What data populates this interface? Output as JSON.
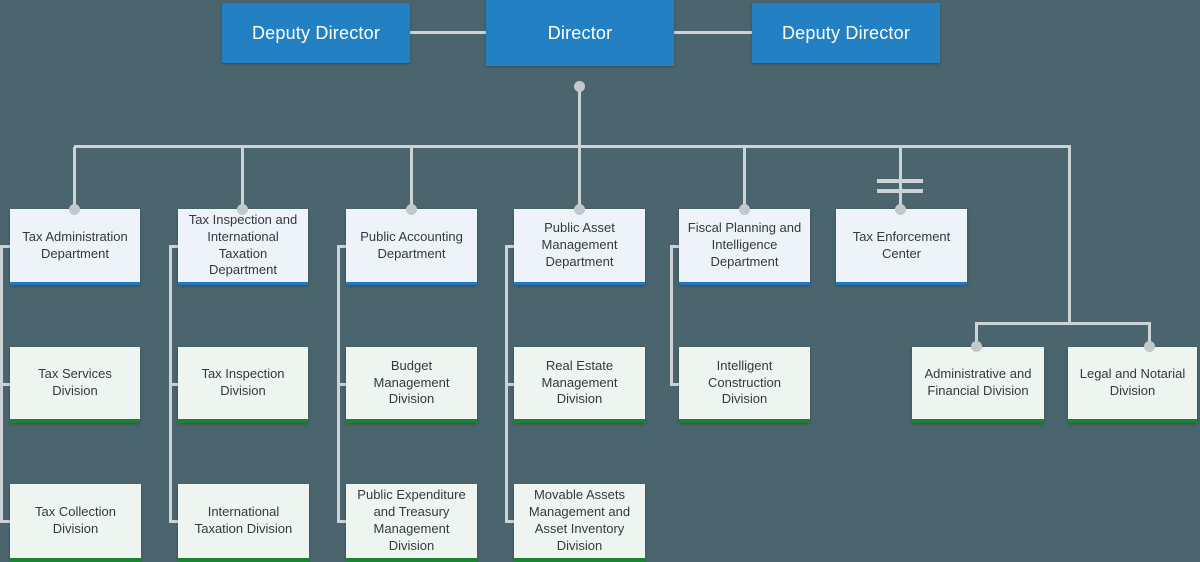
{
  "org": {
    "executive": {
      "director": "Director",
      "deputies": [
        "Deputy Director",
        "Deputy Director"
      ]
    },
    "departments": [
      {
        "label": "Tax Administration Department",
        "divisions": [
          "Tax Services Division",
          "Tax Collection Division"
        ]
      },
      {
        "label": "Tax Inspection and International Taxation Department",
        "divisions": [
          "Tax Inspection Division",
          "International Taxation Division"
        ]
      },
      {
        "label": "Public Accounting Department",
        "divisions": [
          "Budget Management Division",
          "Public Expenditure and Treasury Management Division"
        ]
      },
      {
        "label": "Public Asset Management Department",
        "divisions": [
          "Real Estate Management Division",
          "Movable Assets Management and Asset Inventory Division"
        ]
      },
      {
        "label": "Fiscal Planning and Intelligence Department",
        "divisions": [
          "Intelligent Construction Division"
        ]
      },
      {
        "label": "Tax Enforcement Center",
        "divisions": []
      }
    ],
    "direct_divisions": [
      "Administrative and Financial Division",
      "Legal and Notarial Division"
    ]
  },
  "colors": {
    "background": "#4b656e",
    "executive_box": "#2380c3",
    "department_fill": "#edf3f9",
    "department_accent": "#2079bf",
    "division_fill": "#eef4f0",
    "division_accent": "#1b8133",
    "connector": "#cdd2d4"
  }
}
